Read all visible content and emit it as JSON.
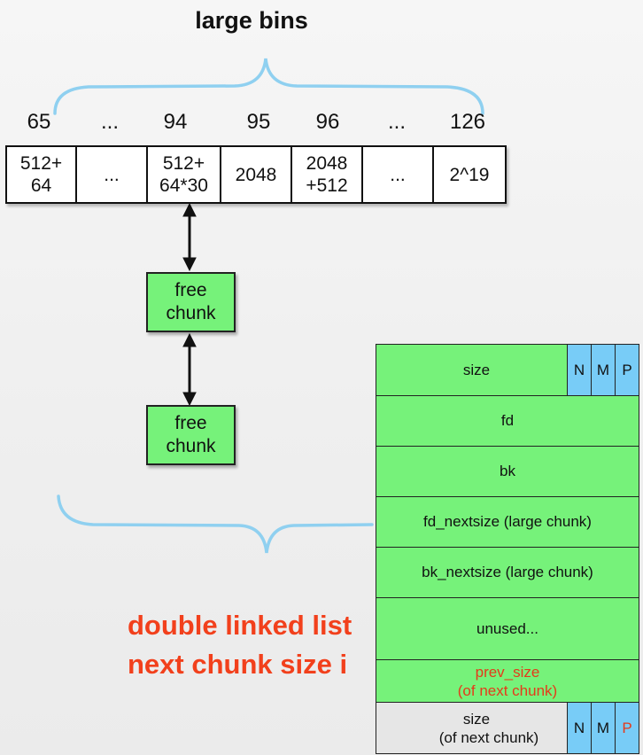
{
  "title": "large bins",
  "bin_indices": [
    "65",
    "...",
    "94",
    "95",
    "96",
    "...",
    "126"
  ],
  "bins": [
    {
      "line1": "512+",
      "line2": "64"
    },
    {
      "line1": "...",
      "line2": ""
    },
    {
      "line1": "512+",
      "line2": "64*30"
    },
    {
      "line1": "2048",
      "line2": ""
    },
    {
      "line1": "2048",
      "line2": "+512"
    },
    {
      "line1": "...",
      "line2": ""
    },
    {
      "line1": "2^19",
      "line2": ""
    }
  ],
  "free_chunks": [
    {
      "line1": "free",
      "line2": "chunk"
    },
    {
      "line1": "free",
      "line2": "chunk"
    }
  ],
  "caption": {
    "line1": "double linked list",
    "line2": "next chunk size i"
  },
  "chunk_fields": {
    "size": "size",
    "fd": "fd",
    "bk": "bk",
    "fd_nextsize": "fd_nextsize (large chunk)",
    "bk_nextsize": "bk_nextsize (large chunk)",
    "unused": "unused...",
    "prev_size_line1": "prev_size",
    "prev_size_line2": "(of next chunk)",
    "next_size_line1": "size",
    "next_size_line2": "(of next chunk)"
  },
  "flags": [
    "N",
    "M",
    "P"
  ],
  "colors": {
    "chunk_green": "#76f27a",
    "flag_blue": "#78ccf7",
    "brace_blue": "#8fd0f0",
    "caption_red": "#f2401c"
  }
}
